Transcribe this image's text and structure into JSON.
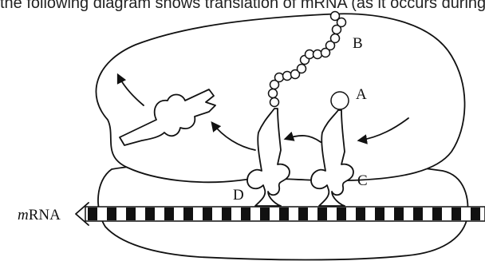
{
  "header": {
    "caption": "the following diagram shows translation of mRNA (as it occurs during a single stage)."
  },
  "labels": {
    "a": "A",
    "b": "B",
    "c": "C",
    "d": "D",
    "mrna_italic": "m",
    "mrna_rest": "RNA"
  },
  "colors": {
    "ink": "#111111",
    "background": "#ffffff"
  }
}
